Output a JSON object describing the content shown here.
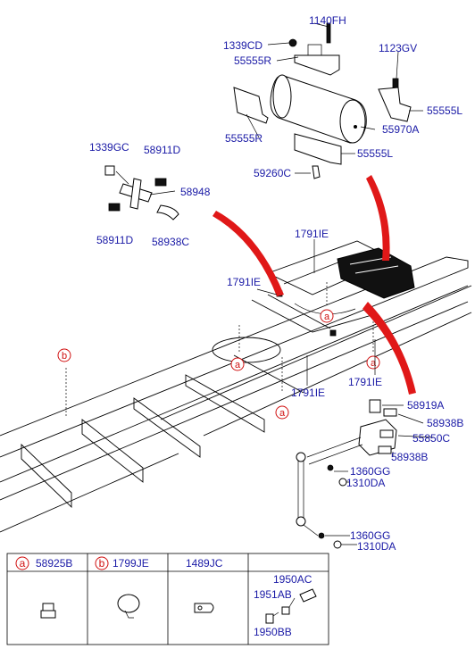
{
  "labels": {
    "p1140FH": "1140FH",
    "p1339CD": "1339CD",
    "p55555R_top": "55555R",
    "p1123GV": "1123GV",
    "p55555L_right": "55555L",
    "p55555R_left": "55555R",
    "p55970A": "55970A",
    "p55555L_bottom": "55555L",
    "p59260C": "59260C",
    "p1339GC": "1339GC",
    "p58911D_top": "58911D",
    "p58948": "58948",
    "p58911D_bottom": "58911D",
    "p58938C": "58938C",
    "p1791IE_top": "1791IE",
    "p1791IE_left": "1791IE",
    "p1791IE_mid": "1791IE",
    "p1791IE_right": "1791IE",
    "p58919A": "58919A",
    "p58938B_1": "58938B",
    "p55850C": "55850C",
    "p58938B_2": "58938B",
    "p1360GG_1": "1360GG",
    "p1310DA_1": "1310DA",
    "p1360GG_2": "1360GG",
    "p1310DA_2": "1310DA"
  },
  "callouts": {
    "a": "a",
    "b": "b"
  },
  "legend": {
    "col1_letter": "a",
    "col1_code": "58925B",
    "col2_letter": "b",
    "col2_code": "1799JE",
    "col3_code": "1489JC",
    "col4_code_a": "1950AC",
    "col4_code_b": "1951AB",
    "col4_code_c": "1950BB"
  }
}
